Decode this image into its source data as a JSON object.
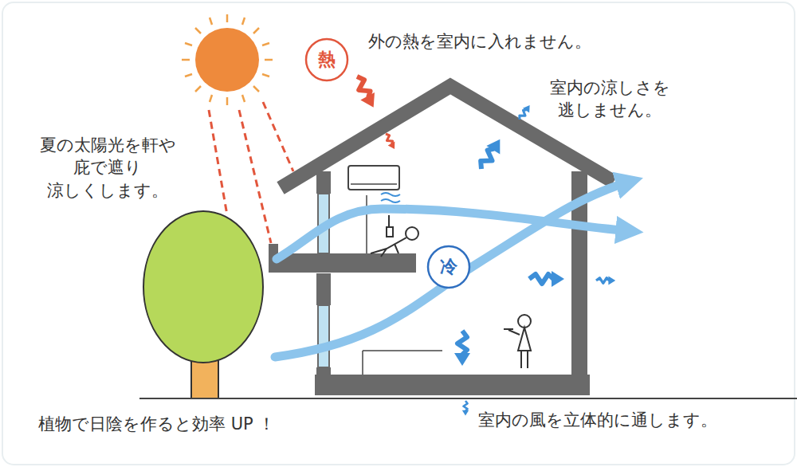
{
  "diagram": {
    "nodes": [
      {
        "text": [
          "熱"
        ]
      },
      {
        "text": [
          "冷"
        ]
      }
    ],
    "labels": [
      "外の熱を室内に入れません。",
      "室内の涼しさを 逃しません。",
      "夏の太陽光を軒や 庇で遮り 涼しくします。",
      "植物で日陰を作ると効率 UP ！",
      "室内の風を立体的に通します。"
    ]
  }
}
